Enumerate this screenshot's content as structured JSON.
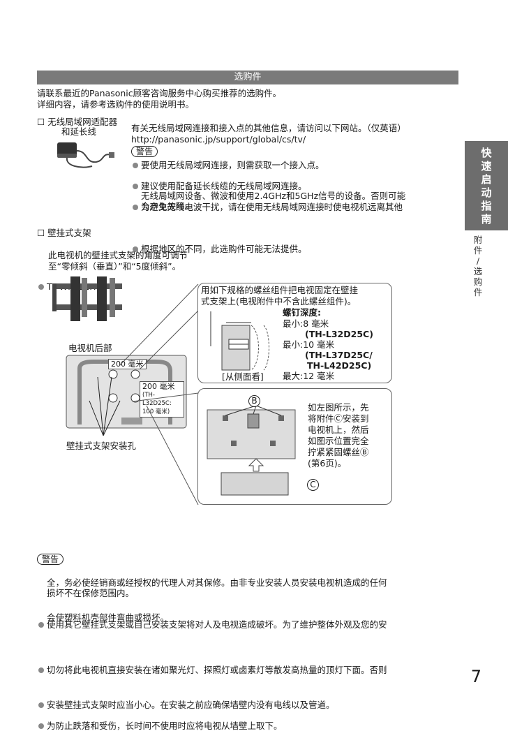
{
  "header": {
    "title": "选购件"
  },
  "intro": [
    "请联系最近的Panasonic顾客咨询服务中心购买推荐的选购件。",
    "详细内容，请参考选购件的使用说明书。"
  ],
  "wlan": {
    "checkbox_label_1": "☐ 无线局域网适配器",
    "checkbox_label_2": "和延长线",
    "info_line_1": "有关无线局域网连接和接入点的其他信息，请访问以下网站。（仅英语）",
    "info_line_2": "http://panasonic.jp/support/global/cs/tv/",
    "warning_label": "警告",
    "bullets": [
      "要使用无线局域网连接，则需获取一个接入点。",
      "建议使用配备延长线缆的无线局域网连接。",
      "为避免无线电波干扰，请在使用无线局域网连接时使电视机远离其他",
      "根据地区的不同，此选购件可能无法提供。"
    ],
    "bullet3_cont_1": "无线局域网设备、微波和使用2.4GHz和5GHz信号的设备。否则可能",
    "bullet3_cont_2": "会产生故障。"
  },
  "bracket": {
    "checkbox_label": "☐ 壁挂式支架",
    "model": "TY-WK3L2RW",
    "desc_1": "此电视机的壁挂式支架的角度可调节",
    "desc_2": "至“零倾斜（垂直）”和“5度倾斜”。",
    "tv_back_label": "电视机后部",
    "dim_200_top": "200 毫米",
    "dim_200_side": "200 毫米",
    "dim_note_1": "(TH-L32D25C:",
    "dim_note_2": "100 毫米)",
    "holes_label": "壁挂式支架安装孔"
  },
  "screw_box": {
    "text_1": "用如下规格的螺丝组件把电视固定在壁挂",
    "text_2": "式支架上(电视附件中不含此螺丝组件)。",
    "depth_label": "螺钉深度:",
    "min1_label": "最小:8 毫米",
    "min1_model": "(TH-L32D25C)",
    "min2_label": "最小:10 毫米",
    "min2_model_1": "(TH-L37D25C/",
    "min2_model_2": "TH-L42D25C)",
    "max_label": "最大:12 毫米",
    "side_view": "[从侧面看]"
  },
  "attach_box": {
    "label_b": "B",
    "label_c": "C",
    "text": [
      "如左图所示，先",
      "将附件Ⓒ安装到",
      "电视机上，然后",
      "如图示位置完全",
      "拧紧紧固螺丝Ⓑ",
      "(第6页)。"
    ]
  },
  "warning2": {
    "label": "警告",
    "bullets": [
      [
        "使用其它壁挂式支架或自己安装支架将对人及电视造成破坏。为了维护整体外观及您的安",
        "全，务必使经销商或经授权的代理人对其保修。由非专业安装人员安装电视机造成的任何",
        "损坏不在保修范围内。"
      ],
      [
        "切勿将此电视机直接安装在诸如聚光灯、探照灯或卤素灯等散发高热量的顶灯下面。否则",
        "会使塑料机壳部件弯曲或损坏。"
      ],
      [
        "安装壁挂式支架时应当小心。在安装之前应确保墙壁内没有电线以及管道。"
      ],
      [
        "为防止跌落和受伤，长时间不使用时应将电视从墙壁上取下。"
      ]
    ]
  },
  "side_tab": {
    "title": [
      "快",
      "速",
      "启",
      "动",
      "指",
      "南"
    ],
    "sub": [
      "附",
      "件",
      "/",
      "选",
      "购",
      "件"
    ]
  },
  "page_number": "7"
}
